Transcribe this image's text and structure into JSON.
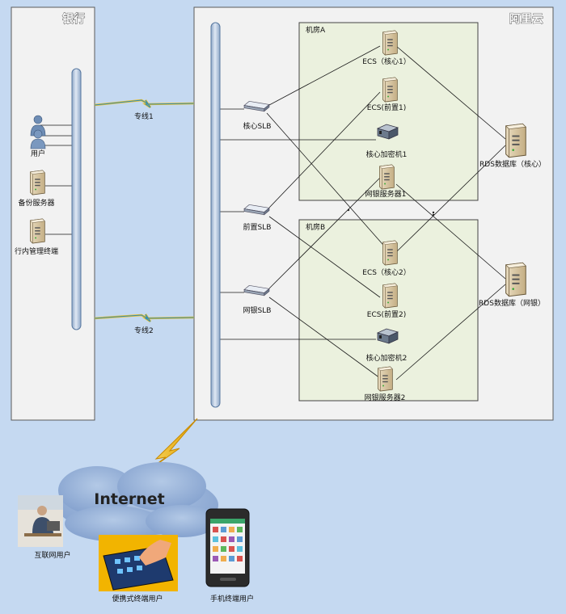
{
  "bank": {
    "title": "银行"
  },
  "cloud": {
    "title": "阿里云"
  },
  "rooms": {
    "a": "机房A",
    "b": "机房B"
  },
  "links": {
    "line1": "专线1",
    "line2": "专线2"
  },
  "bank_items": {
    "user": "用户",
    "backup_server": "备份服务器",
    "mgmt_terminal": "行内管理终端"
  },
  "slb": {
    "core": "核心SLB",
    "front": "前置SLB",
    "netbank": "网银SLB"
  },
  "room_a": {
    "ecs_core": "ECS（核心1）",
    "ecs_front": "ECS(前置1)",
    "encryptor": "核心加密机1",
    "netbank_server": "网银服务器1"
  },
  "room_b": {
    "ecs_core": "ECS（核心2）",
    "ecs_front": "ECS(前置2)",
    "encryptor": "核心加密机2",
    "netbank_server": "网银服务器2"
  },
  "rds": {
    "core": "RDS数据库（核心）",
    "netbank": "RDS数据库（网银）"
  },
  "internet": {
    "label": "Internet"
  },
  "end_users": {
    "web": "互联网用户",
    "portable": "便携式终端用户",
    "mobile": "手机终端用户"
  }
}
